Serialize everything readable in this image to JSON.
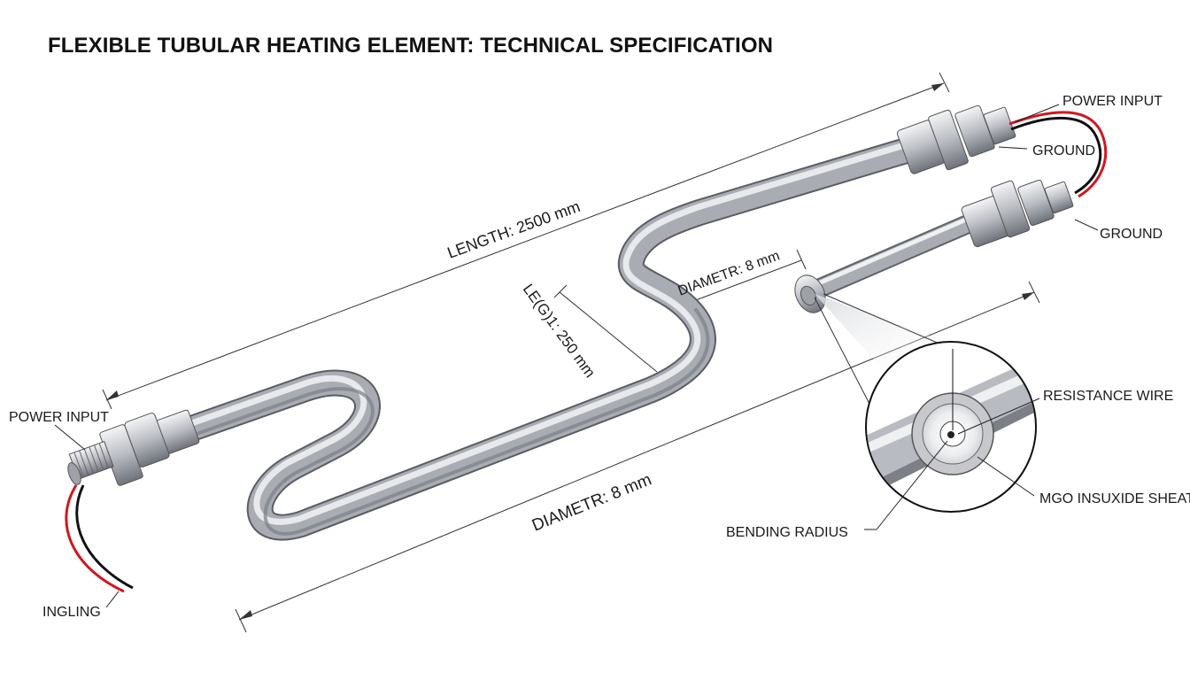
{
  "title": "FLEXIBLE TUBULAR HEATING ELEMENT: TECHNICAL SPECIFICATION",
  "dimensions": {
    "overall_length": "LENGTH: 2500 mm",
    "bend_length": "LE(G)1: 250 mm",
    "diameter_top": "DIAMETR: 8 mm",
    "diameter_bottom": "DIAMETR:  8 mm"
  },
  "callouts": {
    "power_input_left": "POWER INPUT",
    "power_input_right": "POWER INPUT",
    "ground_upper": "GROUND",
    "ground_lower": "GROUND",
    "ingling": "INGLING",
    "resistance_wire": "RESISTANCE WIRE",
    "mgo_sheath": "MGO INSUXIDE SHEAT",
    "bending_radius": "BENDING RADIUS"
  },
  "colors": {
    "tube": "#a9adb3",
    "tube_highlight": "#f2f3f5",
    "tube_shadow": "#6d7178",
    "wire_red": "#d0181f",
    "wire_black": "#111111",
    "background": "#ffffff"
  }
}
